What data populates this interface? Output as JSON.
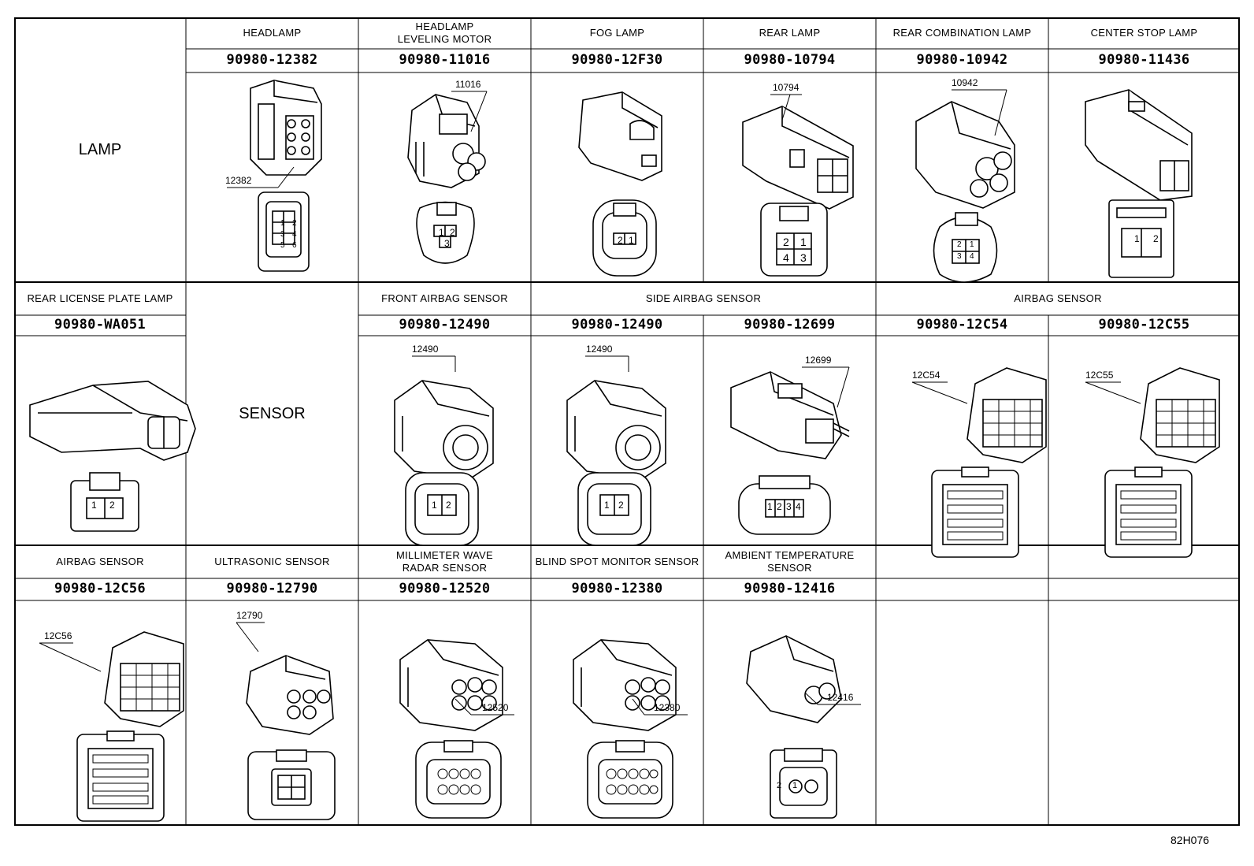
{
  "figure_code": "82H076",
  "sections": [
    {
      "id": "lamp",
      "label": "LAMP",
      "connectors": [
        {
          "name": "HEADLAMP",
          "part": "90980-12382",
          "callout": "12382",
          "pins": [
            "1",
            "2",
            "3",
            "4",
            "5",
            "6"
          ]
        },
        {
          "name": "HEADLAMP\nLEVELING MOTOR",
          "part": "90980-11016",
          "callout": "11016",
          "pins": [
            "1",
            "2",
            "3"
          ]
        },
        {
          "name": "FOG LAMP",
          "part": "90980-12F30",
          "callout": "",
          "pins": [
            "2",
            "1"
          ]
        },
        {
          "name": "REAR LAMP",
          "part": "90980-10794",
          "callout": "10794",
          "pins": [
            "2",
            "1",
            "4",
            "3"
          ]
        },
        {
          "name": "REAR COMBINATION LAMP",
          "part": "90980-10942",
          "callout": "10942",
          "pins": [
            "2",
            "1",
            "3",
            "4"
          ]
        },
        {
          "name": "CENTER STOP LAMP",
          "part": "90980-11436",
          "callout": "",
          "pins": [
            "1",
            "2"
          ]
        }
      ]
    },
    {
      "id": "sensor",
      "label": "SENSOR",
      "connectors": [
        {
          "name": "REAR LICENSE PLATE LAMP",
          "part": "90980-WA051",
          "callout": "",
          "pins": [
            "1",
            "2"
          ]
        },
        {
          "name": "FRONT AIRBAG SENSOR",
          "part": "90980-12490",
          "callout": "12490",
          "pins": [
            "1",
            "2"
          ]
        },
        {
          "name": "SIDE AIRBAG SENSOR",
          "part": "90980-12490",
          "callout": "12490",
          "pins": [
            "1",
            "2"
          ]
        },
        {
          "name": "",
          "part": "90980-12699",
          "callout": "12699",
          "pins": [
            "1",
            "2",
            "3",
            "4"
          ]
        },
        {
          "name": "AIRBAG SENSOR",
          "part": "90980-12C54",
          "callout": "12C54",
          "pins": []
        },
        {
          "name": "",
          "part": "90980-12C55",
          "callout": "12C55",
          "pins": []
        }
      ]
    },
    {
      "id": "row3",
      "label": "",
      "connectors": [
        {
          "name": "AIRBAG SENSOR",
          "part": "90980-12C56",
          "callout": "12C56",
          "pins": []
        },
        {
          "name": "ULTRASONIC SENSOR",
          "part": "90980-12790",
          "callout": "12790",
          "pins": []
        },
        {
          "name": "MILLIMETER WAVE\nRADAR SENSOR",
          "part": "90980-12520",
          "callout": "12520",
          "pins": []
        },
        {
          "name": "BLIND SPOT MONITOR SENSOR",
          "part": "90980-12380",
          "callout": "12380",
          "pins": []
        },
        {
          "name": "AMBIENT TEMPERATURE\nSENSOR",
          "part": "90980-12416",
          "callout": "12416",
          "pins": [
            "2",
            "1"
          ]
        }
      ]
    }
  ]
}
